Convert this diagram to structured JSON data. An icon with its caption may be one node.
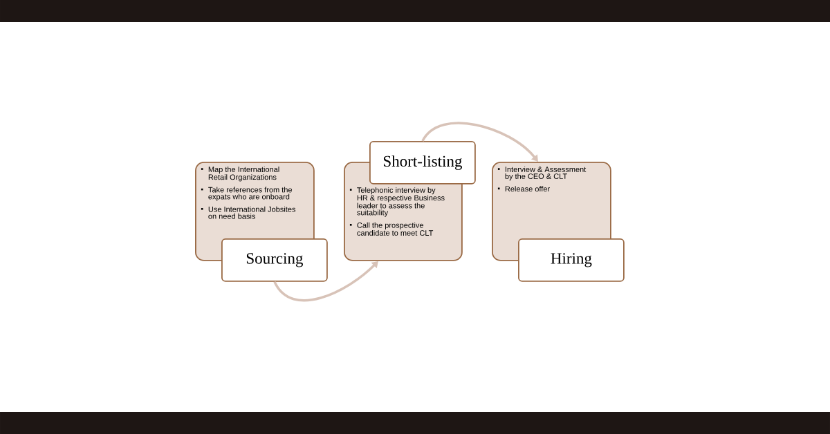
{
  "diagram": {
    "nodes": [
      {
        "text": [
          "Map the International Retail Organizations",
          "Take references from the expats who are onboard",
          "Use International Jobsites on need basis"
        ]
      },
      {
        "text": [
          "Sourcing"
        ]
      },
      {
        "text": [
          "Short-listing"
        ]
      },
      {
        "text": [
          "Telephonic interview by HR & respective Business leader to assess the suitability",
          "Call the prospective candidate to meet CLT"
        ]
      },
      {
        "text": [
          "Interview & Assessment by the CEO & CLT",
          "Release offer"
        ]
      },
      {
        "text": [
          "Hiring"
        ]
      }
    ],
    "edges": [
      {
        "from": 1,
        "to": 3,
        "arrow": "to"
      },
      {
        "from": 2,
        "to": 4,
        "arrow": "to"
      }
    ]
  }
}
